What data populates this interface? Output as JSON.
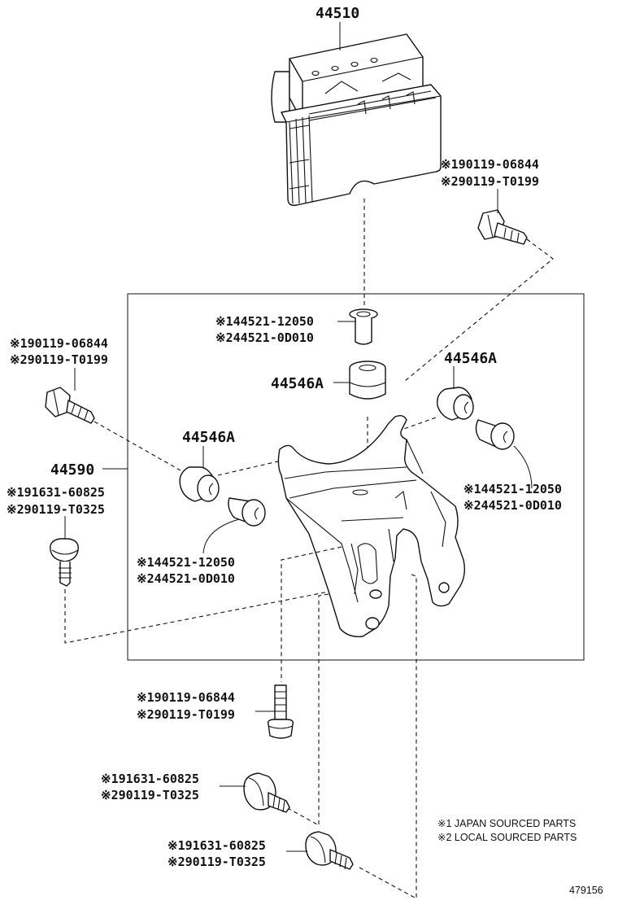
{
  "parts": {
    "actuator": "44510",
    "bracket": "44590",
    "cushion_center": "44546A",
    "cushion_right": "44546A",
    "cushion_left": "44546A"
  },
  "callouts": {
    "top_right_bolt": [
      "※190119-06844",
      "※290119-T0199"
    ],
    "left_top_bolt": [
      "※190119-06844",
      "※290119-T0199"
    ],
    "center_collar": [
      "※144521-12050",
      "※244521-0D010"
    ],
    "right_collar": [
      "※144521-12050",
      "※244521-0D010"
    ],
    "left_collar": [
      "※144521-12050",
      "※244521-0D010"
    ],
    "left_bracket_bolt": [
      "※191631-60825",
      "※290119-T0325"
    ],
    "bottom_bolt_1": [
      "※190119-06844",
      "※290119-T0199"
    ],
    "bottom_bolt_2": [
      "※191631-60825",
      "※290119-T0325"
    ],
    "bottom_bolt_3": [
      "※191631-60825",
      "※290119-T0325"
    ]
  },
  "notes": [
    "※1 JAPAN SOURCED PARTS",
    "※2 LOCAL SOURCED PARTS"
  ],
  "figure_number": "479156"
}
